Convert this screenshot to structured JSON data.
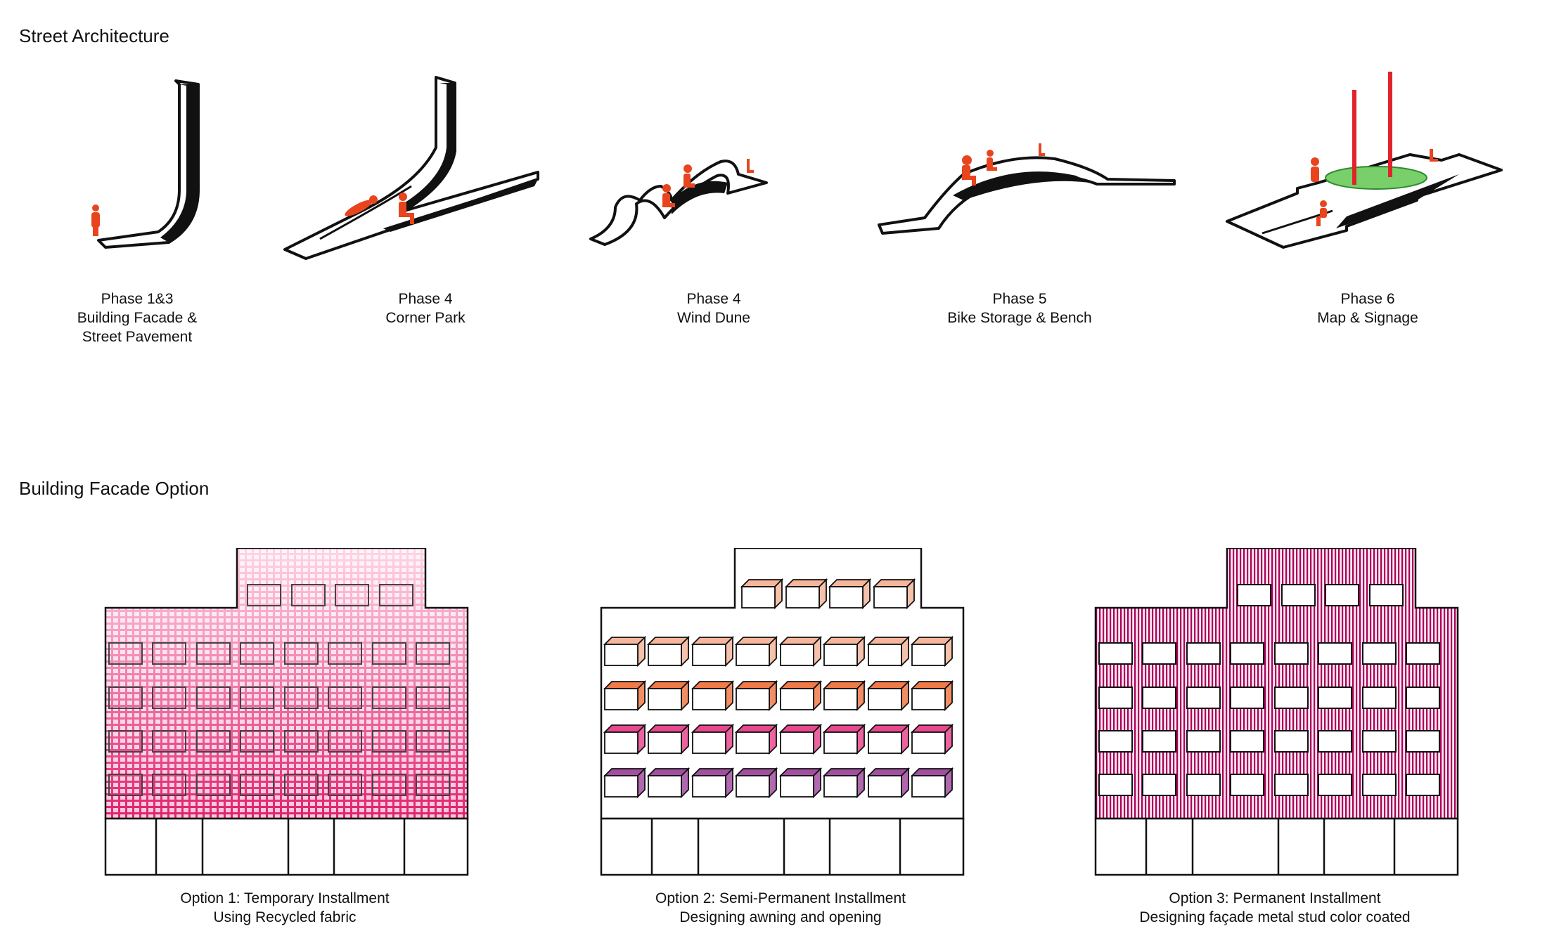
{
  "street": {
    "title": "Street Architecture",
    "phases": [
      {
        "lines": [
          "Phase 1&3",
          "Building Facade &",
          "Street Pavement"
        ]
      },
      {
        "lines": [
          "Phase 4",
          "Corner Park"
        ]
      },
      {
        "lines": [
          "Phase 4",
          "Wind Dune"
        ]
      },
      {
        "lines": [
          "Phase 5",
          "Bike Storage & Bench"
        ]
      },
      {
        "lines": [
          "Phase 6",
          "Map & Signage"
        ]
      }
    ]
  },
  "facade": {
    "title": "Building Facade Option",
    "options": [
      {
        "line1": "Option 1: Temporary Installment",
        "line2": "Using Recycled fabric"
      },
      {
        "line1": "Option 2: Semi-Permanent Installment",
        "line2": "Designing awning and opening"
      },
      {
        "line1": "Option 3: Permanent Installment",
        "line2": "Designing façade metal stud color coated"
      }
    ]
  },
  "colors": {
    "figure": "#e8451f",
    "sign_pole": "#e0242a",
    "map_green": "#79d06a",
    "fabric_pink": "#e0206e",
    "stud_magenta": "#a8005a",
    "awning_row1": "#f5b69b",
    "awning_row2": "#f07a48",
    "awning_row3": "#e8488e",
    "awning_row4": "#a24fa0"
  }
}
